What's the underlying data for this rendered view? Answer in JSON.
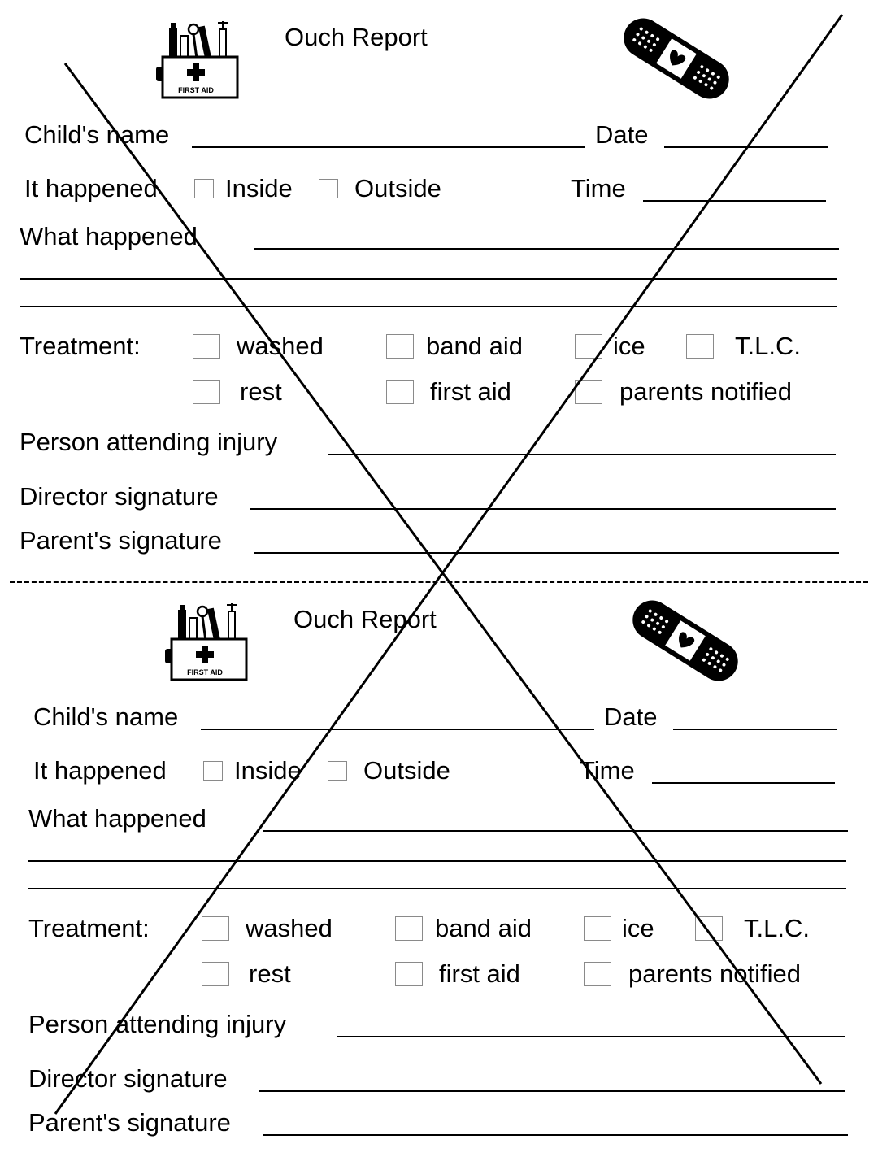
{
  "forms": [
    {
      "title": "Ouch Report",
      "kit_label": "FIRST AID",
      "childs_name_label": "Child's name",
      "date_label": "Date",
      "it_happened_label": "It happened",
      "inside_label": "Inside",
      "outside_label": "Outside",
      "time_label": "Time",
      "what_happened_label": "What happened",
      "treatment_label": "Treatment:",
      "treatments": [
        "washed",
        "band aid",
        "ice",
        "T.L.C.",
        "rest",
        "first aid",
        "parents notified"
      ],
      "person_attending_label": "Person attending injury",
      "director_signature_label": "Director signature",
      "parents_signature_label": "Parent's signature"
    },
    {
      "title": "Ouch Report",
      "kit_label": "FIRST AID",
      "childs_name_label": "Child's name",
      "date_label": "Date",
      "it_happened_label": "It happened",
      "inside_label": "Inside",
      "outside_label": "Outside",
      "time_label": "Time",
      "what_happened_label": "What happened",
      "treatment_label": "Treatment:",
      "treatments": [
        "washed",
        "band aid",
        "ice",
        "T.L.C.",
        "rest",
        "first aid",
        "parents notified"
      ],
      "person_attending_label": "Person attending injury",
      "director_signature_label": "Director signature",
      "parents_signature_label": "Parent's signature"
    }
  ],
  "icons": {
    "kit": "first-aid-kit-icon",
    "bandage": "bandage-icon"
  }
}
